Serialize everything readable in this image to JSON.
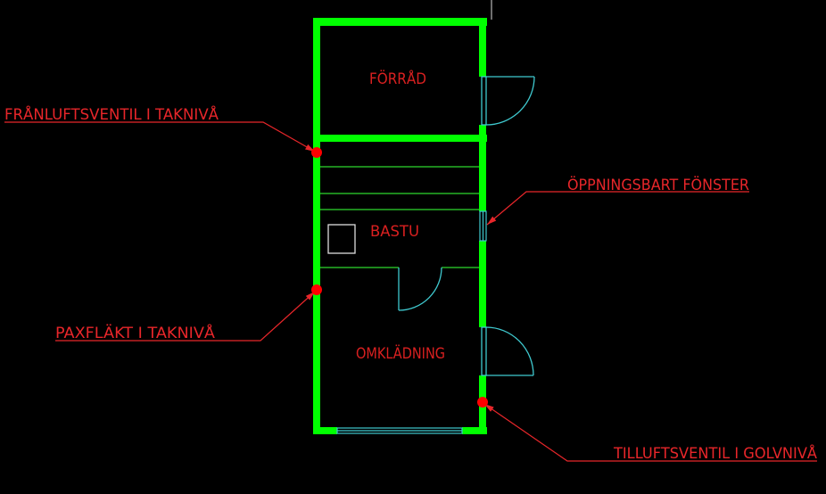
{
  "rooms": {
    "storage": "FÖRRÅD",
    "sauna": "BASTU",
    "changing": "OMKLÄDNING"
  },
  "annotations": {
    "exhaust": "FRÅNLUFTSVENTIL I TAKNIVÅ",
    "fan": "PAXFLÄKT I TAKNIVÅ",
    "window": "ÖPPNINGSBART FÖNSTER",
    "supply": "TILLUFTSVENTIL I GOLVNIVÅ"
  },
  "colors": {
    "wall": "#00ff00",
    "door": "#3fc9cf",
    "text": "#e8262a",
    "marker": "#ff0000"
  }
}
